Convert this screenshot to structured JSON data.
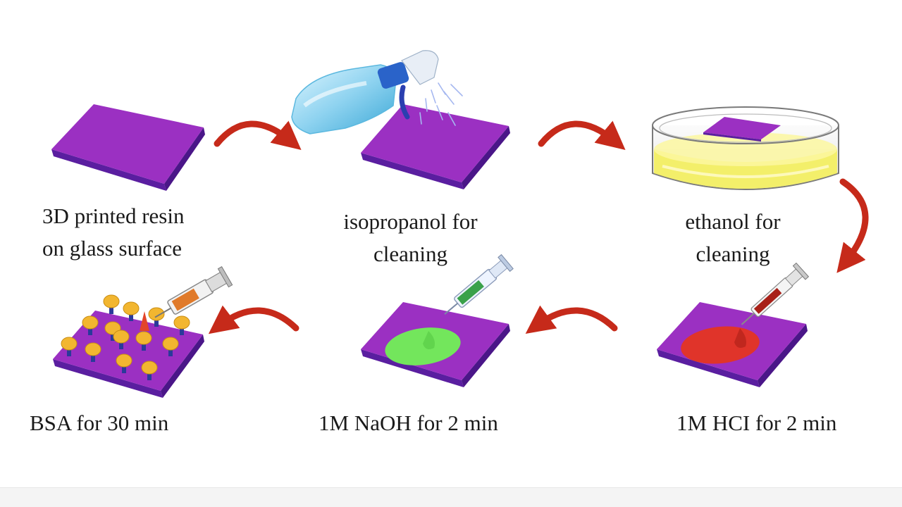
{
  "steps": [
    {
      "id": "step-1",
      "lines": [
        "3D printed resin",
        "on glass surface"
      ]
    },
    {
      "id": "step-2",
      "lines": [
        "isopropanol for",
        "cleaning"
      ]
    },
    {
      "id": "step-3",
      "lines": [
        "ethanol for",
        "cleaning"
      ]
    },
    {
      "id": "step-4",
      "lines": [
        "BSA for 30 min"
      ]
    },
    {
      "id": "step-5",
      "lines": [
        "1M NaOH for 2 min"
      ]
    },
    {
      "id": "step-6",
      "lines": [
        "1M HCI for 2 min"
      ]
    }
  ],
  "colors": {
    "resin_top": "#9b30c2",
    "resin_side": "#5a1ea0",
    "arrow": "#c62a1a",
    "ethanol": "#f3ef6a",
    "naoh_drop": "#73e65c",
    "hcl_drop": "#e0342a",
    "bsa": "#f2b630"
  },
  "icons": [
    "spray-bottle-icon",
    "petri-dish-icon",
    "syringe-icon"
  ]
}
